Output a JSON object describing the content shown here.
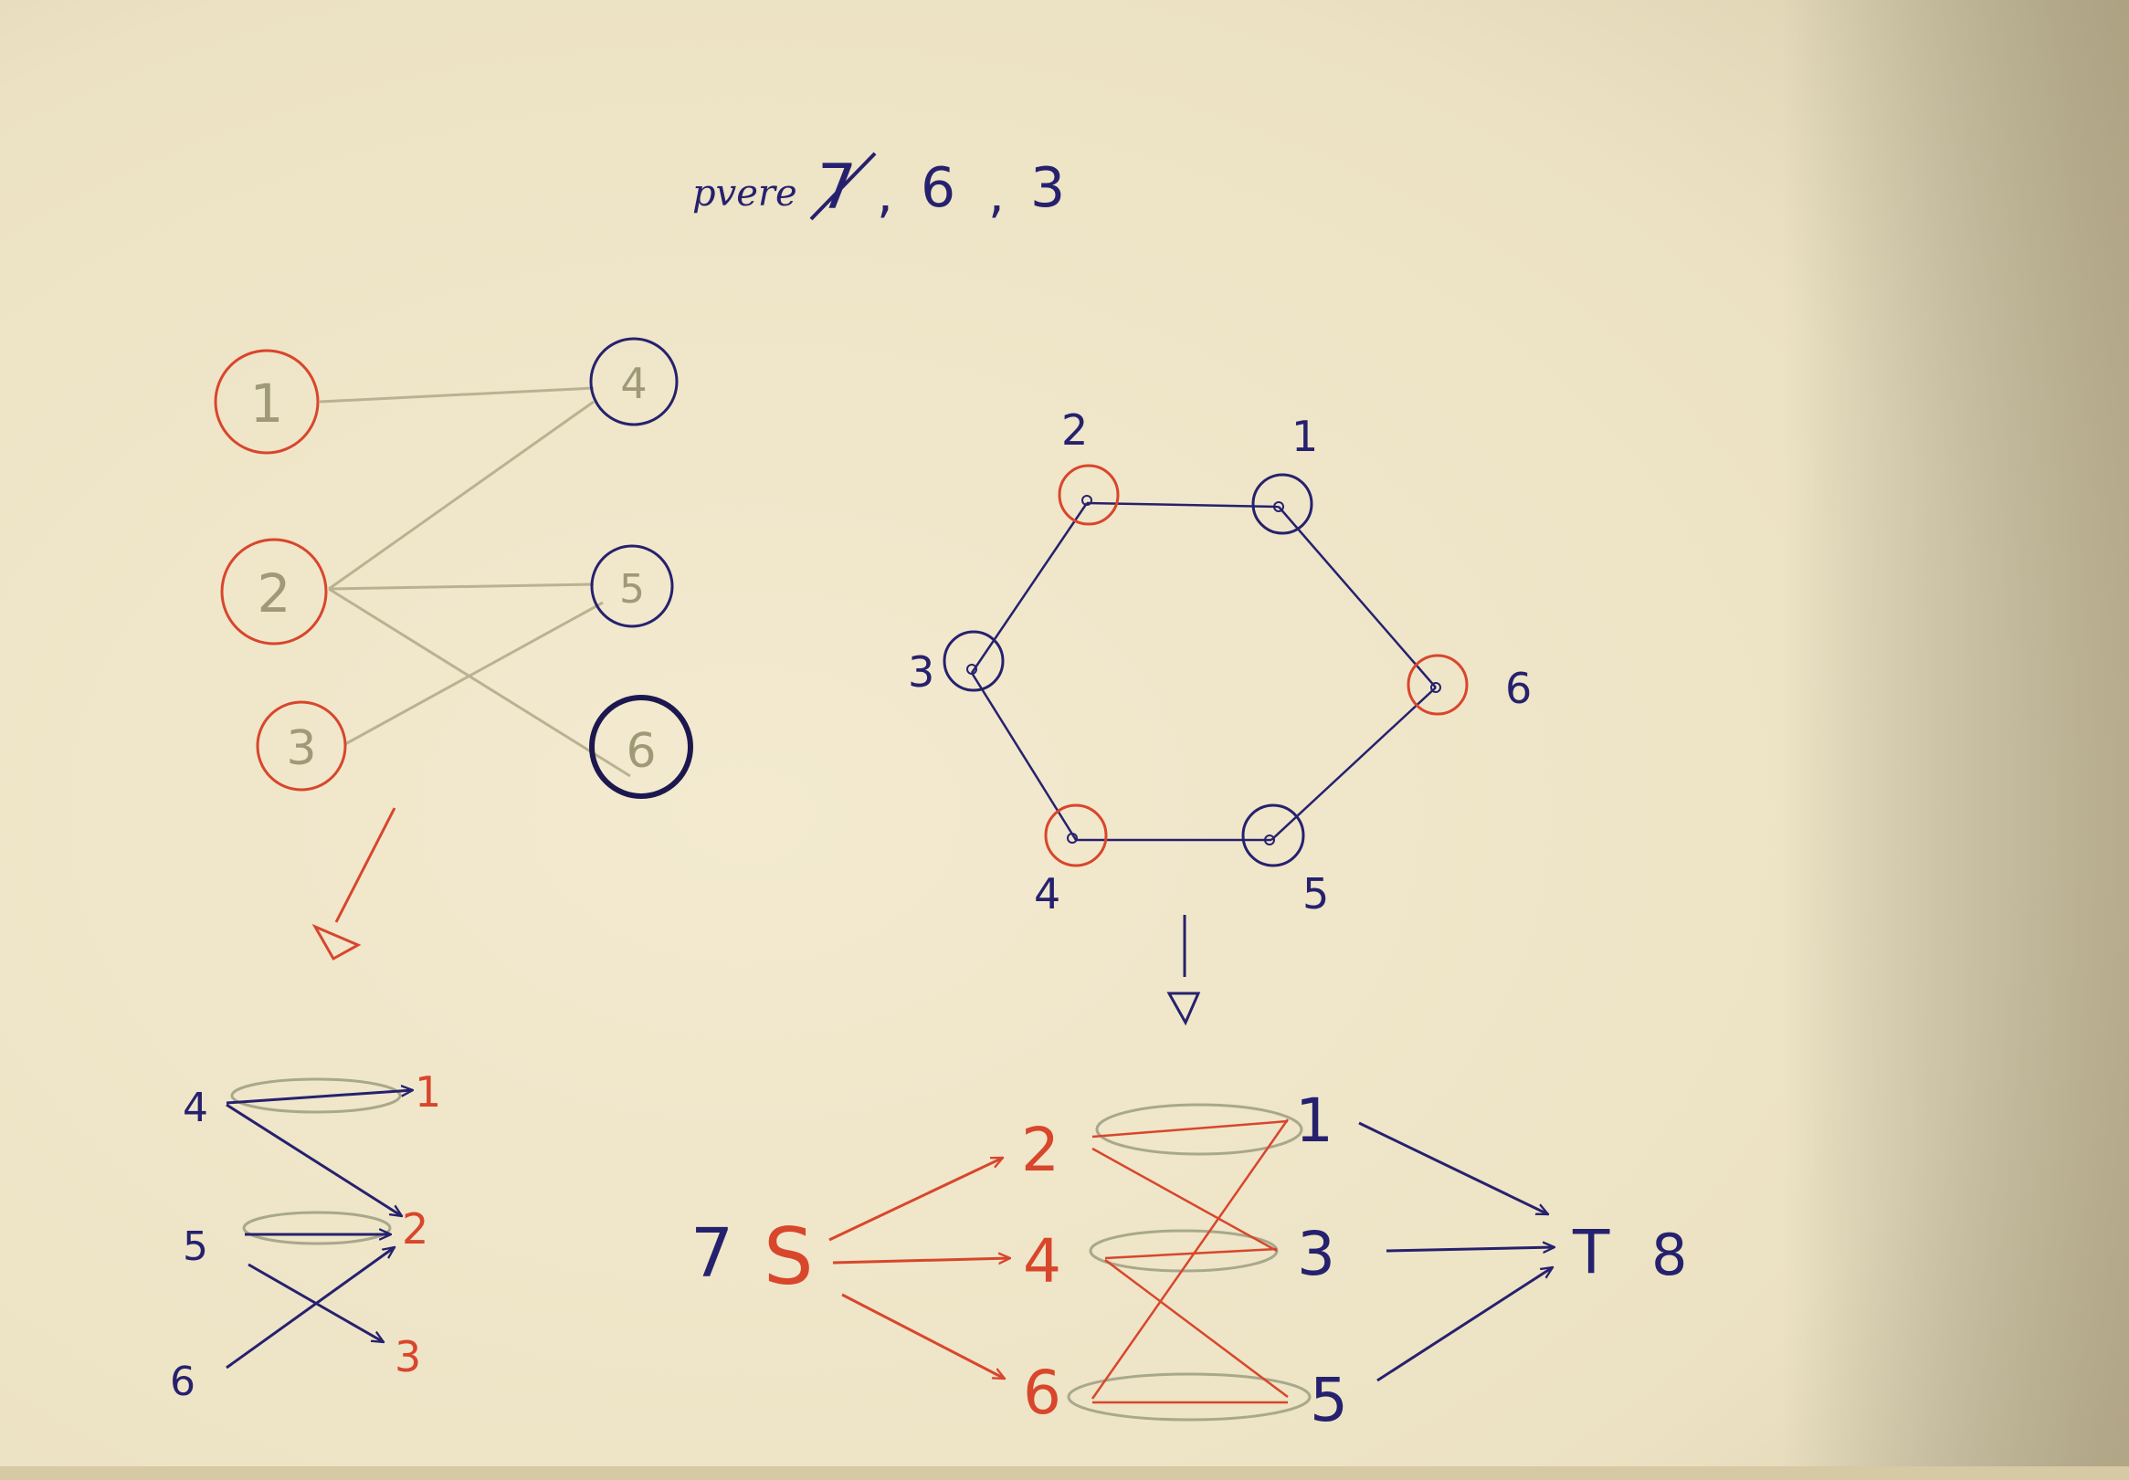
{
  "header": {
    "note": "pvere",
    "values": [
      "7",
      "6",
      "3"
    ],
    "sep": ","
  },
  "colors": {
    "paper": "#ece3c6",
    "red": "#d8462c",
    "blue": "#26216e",
    "pencil": "#b7b094",
    "highlight": "#a8a88a"
  },
  "bipartite": {
    "left_nodes": [
      {
        "id": "b1",
        "label": "1"
      },
      {
        "id": "b2",
        "label": "2"
      },
      {
        "id": "b3",
        "label": "3"
      }
    ],
    "right_nodes": [
      {
        "id": "b4",
        "label": "4"
      },
      {
        "id": "b5",
        "label": "5"
      },
      {
        "id": "b6",
        "label": "6"
      }
    ],
    "edges": [
      [
        "b1",
        "b4"
      ],
      [
        "b2",
        "b4"
      ],
      [
        "b2",
        "b5"
      ],
      [
        "b2",
        "b6"
      ],
      [
        "b3",
        "b5"
      ]
    ]
  },
  "hexagon": {
    "nodes": [
      {
        "id": "h1",
        "label": "1",
        "color": "blue"
      },
      {
        "id": "h2",
        "label": "2",
        "color": "red"
      },
      {
        "id": "h3",
        "label": "3",
        "color": "blue"
      },
      {
        "id": "h4",
        "label": "4",
        "color": "red"
      },
      {
        "id": "h5",
        "label": "5",
        "color": "blue"
      },
      {
        "id": "h6",
        "label": "6",
        "color": "red"
      }
    ],
    "edges": [
      [
        "h2",
        "h1"
      ],
      [
        "h1",
        "h6"
      ],
      [
        "h6",
        "h5"
      ],
      [
        "h5",
        "h4"
      ],
      [
        "h4",
        "h3"
      ],
      [
        "h3",
        "h2"
      ]
    ]
  },
  "bottom_left": {
    "left": [
      {
        "id": "L4",
        "label": "4"
      },
      {
        "id": "L5",
        "label": "5"
      },
      {
        "id": "L6",
        "label": "6"
      }
    ],
    "right": [
      {
        "id": "R1",
        "label": "1"
      },
      {
        "id": "R2",
        "label": "2"
      },
      {
        "id": "R3",
        "label": "3"
      }
    ],
    "arrows": [
      [
        "L4",
        "R1"
      ],
      [
        "L4",
        "R2"
      ],
      [
        "L5",
        "R2"
      ],
      [
        "L5",
        "R3"
      ],
      [
        "L6",
        "R2"
      ]
    ]
  },
  "flow": {
    "source_number": "7",
    "source": "S",
    "sink": "T",
    "sink_number": "8",
    "left": [
      {
        "id": "f2",
        "label": "2"
      },
      {
        "id": "f4",
        "label": "4"
      },
      {
        "id": "f6",
        "label": "6"
      }
    ],
    "right": [
      {
        "id": "f1",
        "label": "1"
      },
      {
        "id": "f3",
        "label": "3"
      },
      {
        "id": "f5",
        "label": "5"
      }
    ],
    "cross_edges": [
      [
        "f2",
        "f1"
      ],
      [
        "f2",
        "f3"
      ],
      [
        "f4",
        "f3"
      ],
      [
        "f4",
        "f5"
      ],
      [
        "f6",
        "f1"
      ],
      [
        "f6",
        "f5"
      ]
    ]
  }
}
